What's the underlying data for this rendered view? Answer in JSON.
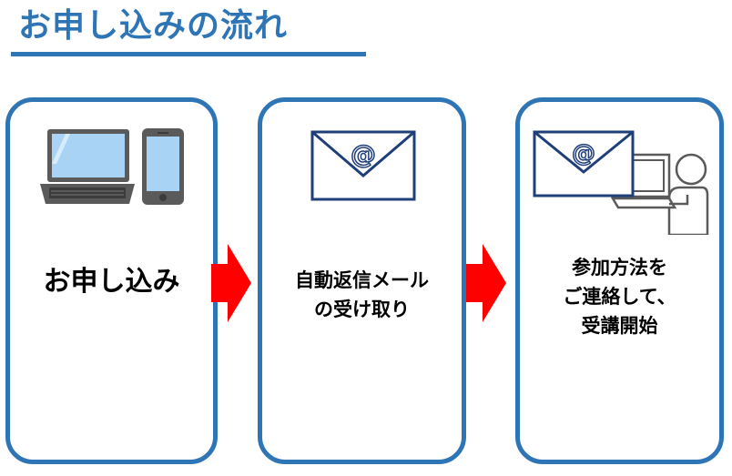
{
  "title": "お申し込みの流れ",
  "steps": [
    {
      "label": "お申し込み",
      "icons": [
        "laptop-icon",
        "smartphone-icon"
      ]
    },
    {
      "label": "自動返信メール\nの受け取り",
      "icons": [
        "email-envelope-icon"
      ]
    },
    {
      "label": "参加方法を\nご連絡して、\n受講開始",
      "icons": [
        "email-envelope-icon",
        "person-at-computer-icon"
      ]
    }
  ],
  "envelope_symbol": "@",
  "colors": {
    "accent": "#2e75b6",
    "arrow": "#ff0000",
    "envelope": "#1f3f7a",
    "device_screen": "#a9d3f5",
    "device_body": "#5a5a5a"
  }
}
